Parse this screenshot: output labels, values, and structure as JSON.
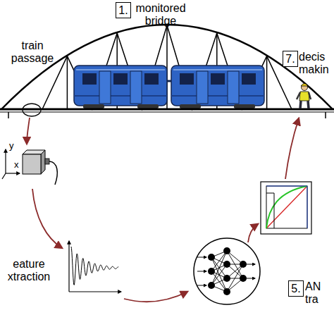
{
  "diagram": {
    "nodes": [
      {
        "text": [
          "1."
        ]
      },
      {
        "text": [
          "7."
        ]
      },
      {
        "text": [
          "5."
        ]
      }
    ],
    "labels": [
      "train passage",
      "monitored bridge",
      "decis makin",
      "y",
      "x",
      "eature xtraction",
      "AN tra"
    ]
  }
}
